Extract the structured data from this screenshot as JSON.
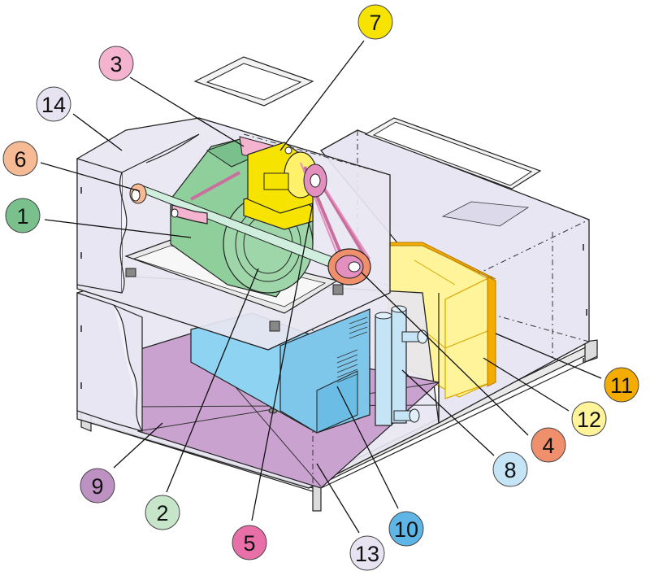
{
  "callouts": [
    {
      "label": "1",
      "color": "#79c08c"
    },
    {
      "label": "2",
      "color": "#c7e6c9"
    },
    {
      "label": "3",
      "color": "#f4b4cf"
    },
    {
      "label": "4",
      "color": "#ef8f6c"
    },
    {
      "label": "5",
      "color": "#e96fa8"
    },
    {
      "label": "6",
      "color": "#f6bb94"
    },
    {
      "label": "7",
      "color": "#f6e400"
    },
    {
      "label": "8",
      "color": "#c5e4f6"
    },
    {
      "label": "9",
      "color": "#bd91c2"
    },
    {
      "label": "10",
      "color": "#5fb5e6"
    },
    {
      "label": "11",
      "color": "#f4ac00"
    },
    {
      "label": "12",
      "color": "#fff49a"
    },
    {
      "label": "13",
      "color": "#e7e3f1"
    },
    {
      "label": "14",
      "color": "#e7e3f1"
    }
  ],
  "colors": {
    "casing": "#e8e6f2",
    "fan": "#8fcf9b",
    "motor": "#f6e400",
    "belt": "#e38fc0",
    "pulley": "#ef8f6c",
    "coil": "#8fd3f2",
    "filter": "#fff49a",
    "filter_frame": "#f4ac00",
    "drain_pan": "#c9a2cf",
    "frame": "#e9e9e9"
  }
}
